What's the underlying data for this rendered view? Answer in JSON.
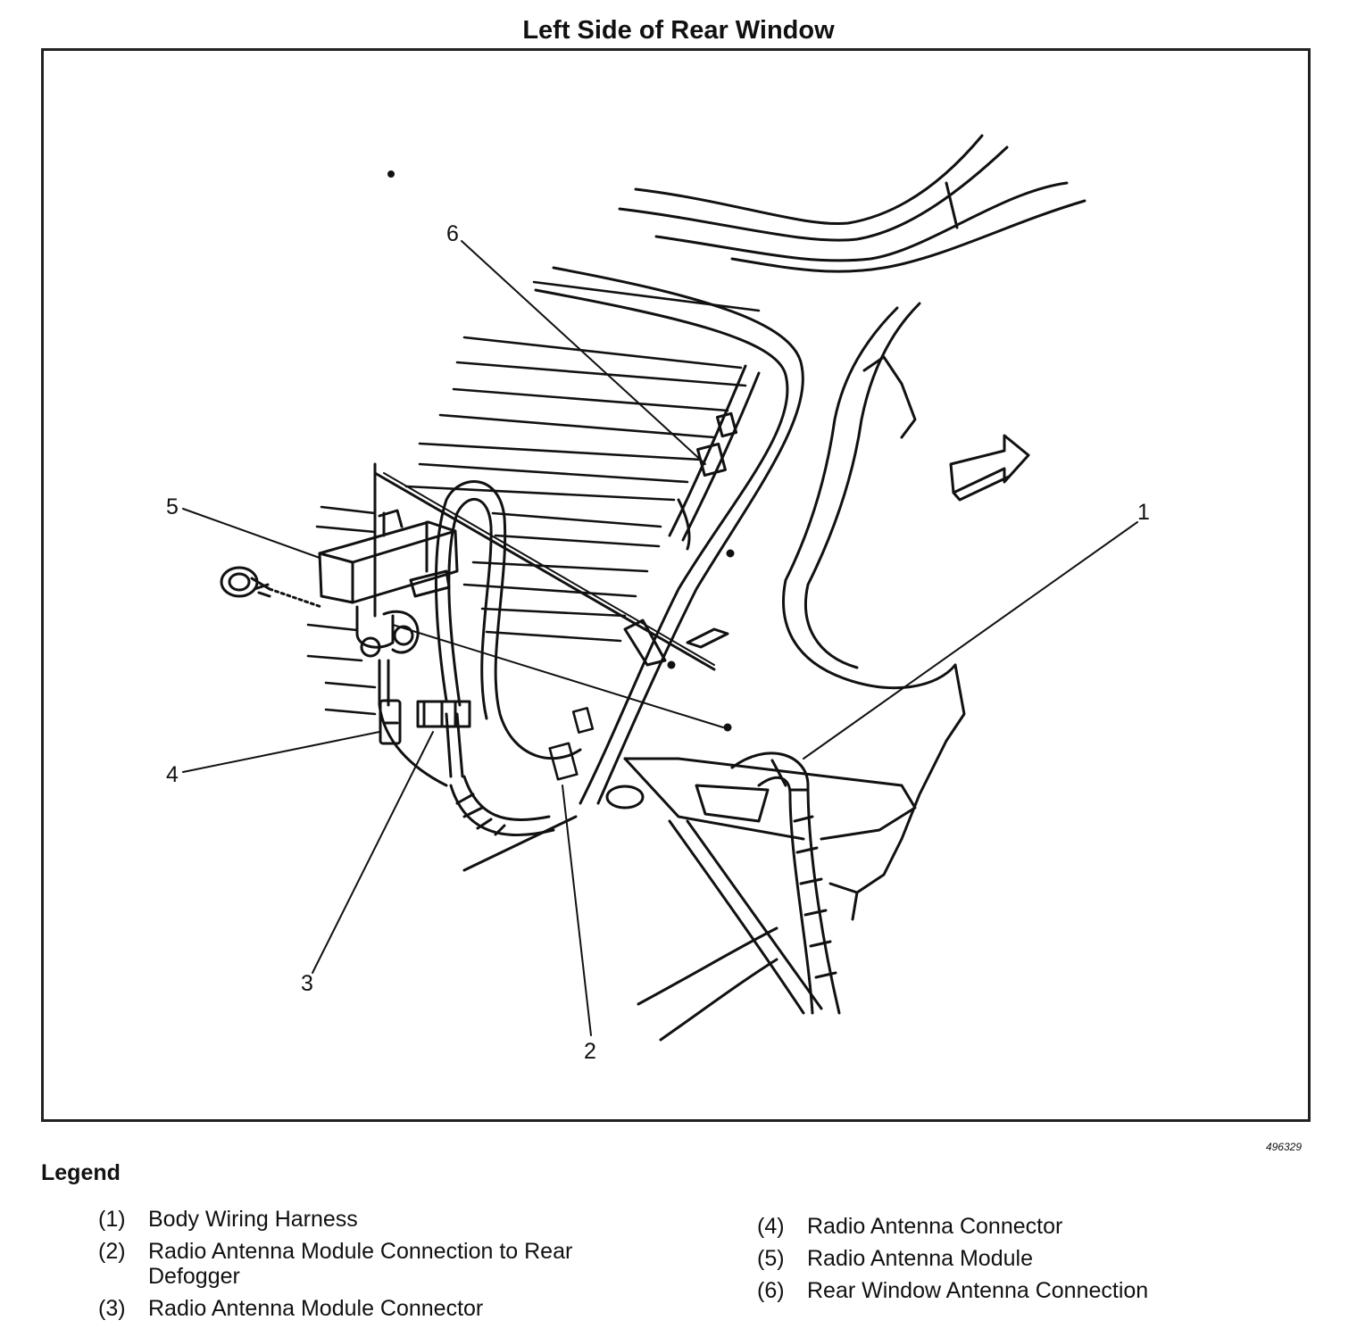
{
  "title": "Left Side of Rear Window",
  "figure_id": "496329",
  "callouts": [
    "1",
    "2",
    "3",
    "4",
    "5",
    "6"
  ],
  "legend": {
    "heading": "Legend",
    "items": [
      {
        "num": "(1)",
        "text": "Body Wiring Harness"
      },
      {
        "num": "(2)",
        "text": "Radio Antenna Module Connection to Rear Defogger"
      },
      {
        "num": "(3)",
        "text": "Radio Antenna Module Connector"
      },
      {
        "num": "(4)",
        "text": "Radio Antenna Connector"
      },
      {
        "num": "(5)",
        "text": "Radio Antenna Module"
      },
      {
        "num": "(6)",
        "text": "Rear Window Antenna Connection"
      }
    ]
  }
}
